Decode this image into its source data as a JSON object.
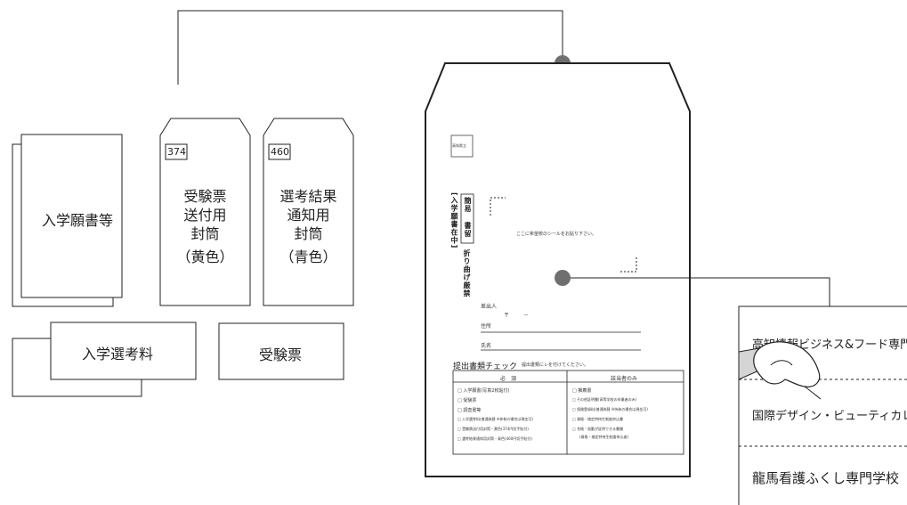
{
  "items": {
    "application_docs": "入学願書等",
    "exam_fee": "入学選考料",
    "admission_ticket": "受験票",
    "envelope_ticket": {
      "number": "374",
      "lines": [
        "受験票",
        "送付用",
        "封筒"
      ],
      "color_note": "（黄色）"
    },
    "envelope_result": {
      "number": "460",
      "lines": [
        "選考結果",
        "通知用",
        "封筒"
      ],
      "color_note": "（青色）"
    }
  },
  "big_envelope": {
    "logo_text": "高知県立",
    "vertical_left": "[入学願書在中]",
    "vertical_box_top": "簡易",
    "vertical_box_bottom": "書留",
    "vertical_fold": "折り曲げ厳禁",
    "sticker_note": "ここに希望校のシールをお貼り下さい。",
    "sender_label": "差出人",
    "postal_mark": "〒",
    "postal_dash": "－",
    "address_label": "住所",
    "name_label": "氏名",
    "checklist_title": "提出書類チェック",
    "checklist_note": "提出書類にレを付けてください。",
    "col_required": "必　須",
    "col_applicable": "該当者のみ",
    "required_items": [
      "入学願書(写真2枚貼付)",
      "受験票",
      "調査書等",
      "入学選考料(普通為替 ※枠参の場合は現金可)",
      "受験票送付用封筒・黄色(374円切手貼付)",
      "選考結果通知用封筒・青色(460円切手貼付)"
    ],
    "applicable_items": [
      "推薦書",
      "その他証明書(高等学校の卒業者のみ)",
      "保険登録料(普通為替 ※持参の場合は現金可)",
      "資格・検定特待生制度申込書",
      "合格・皆勤が証明できる書類",
      "(資格・検定特待生制度申込者)"
    ]
  },
  "school_labels": [
    "高知情報ビジネス&フード専門学校",
    "国際デザイン・ビューティカレッジ",
    "龍馬看護ふくし専門学校"
  ],
  "colors": {
    "stroke": "#222222",
    "connector_dot": "#6f6f6f",
    "background": "#ffffff"
  }
}
